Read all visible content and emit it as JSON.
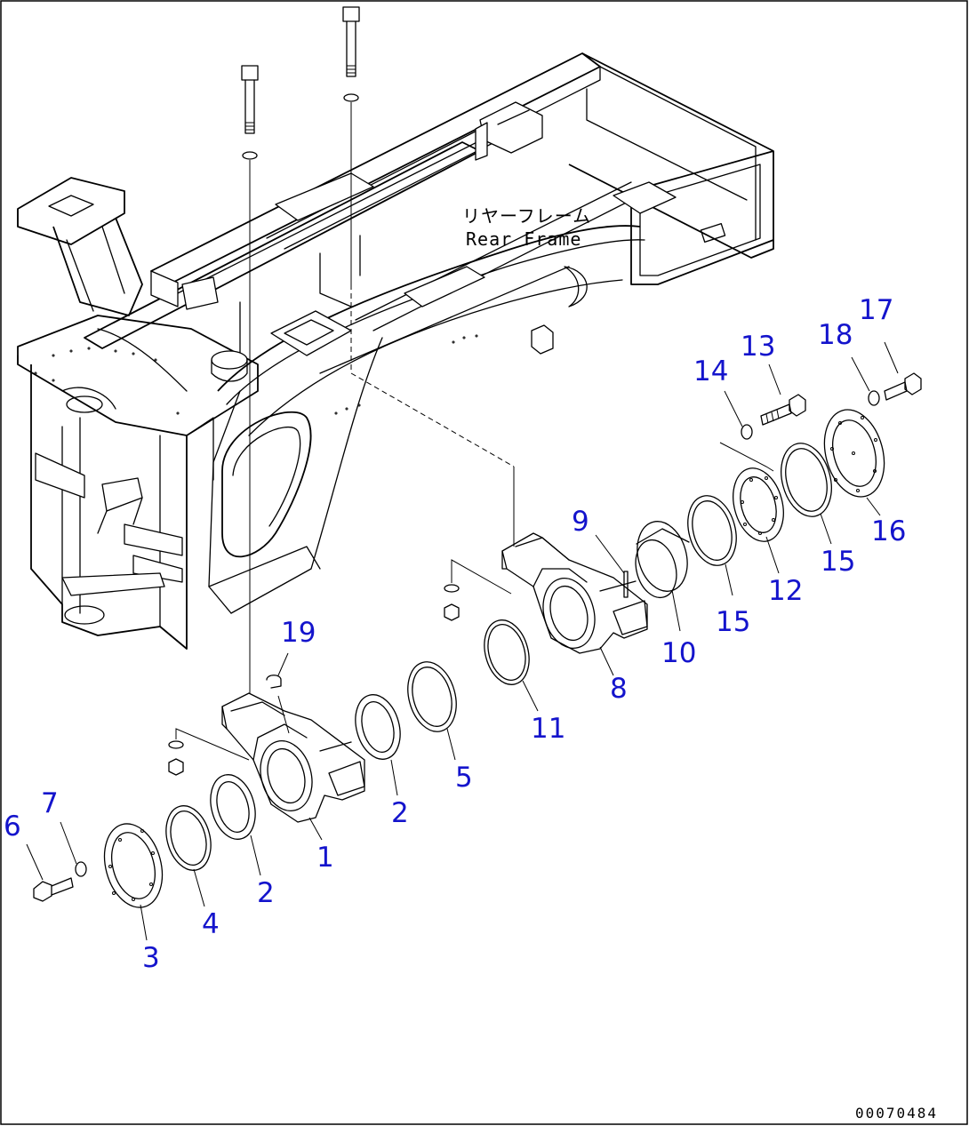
{
  "diagram": {
    "frame_label": {
      "japanese": "リヤーフレーム",
      "english": "Rear Frame"
    },
    "drawing_code": "00070484",
    "callouts": [
      "1",
      "2",
      "2",
      "3",
      "4",
      "5",
      "6",
      "7",
      "8",
      "9",
      "10",
      "11",
      "12",
      "13",
      "14",
      "15",
      "15",
      "16",
      "17",
      "18",
      "19"
    ],
    "callout_color": "#1414cc"
  }
}
